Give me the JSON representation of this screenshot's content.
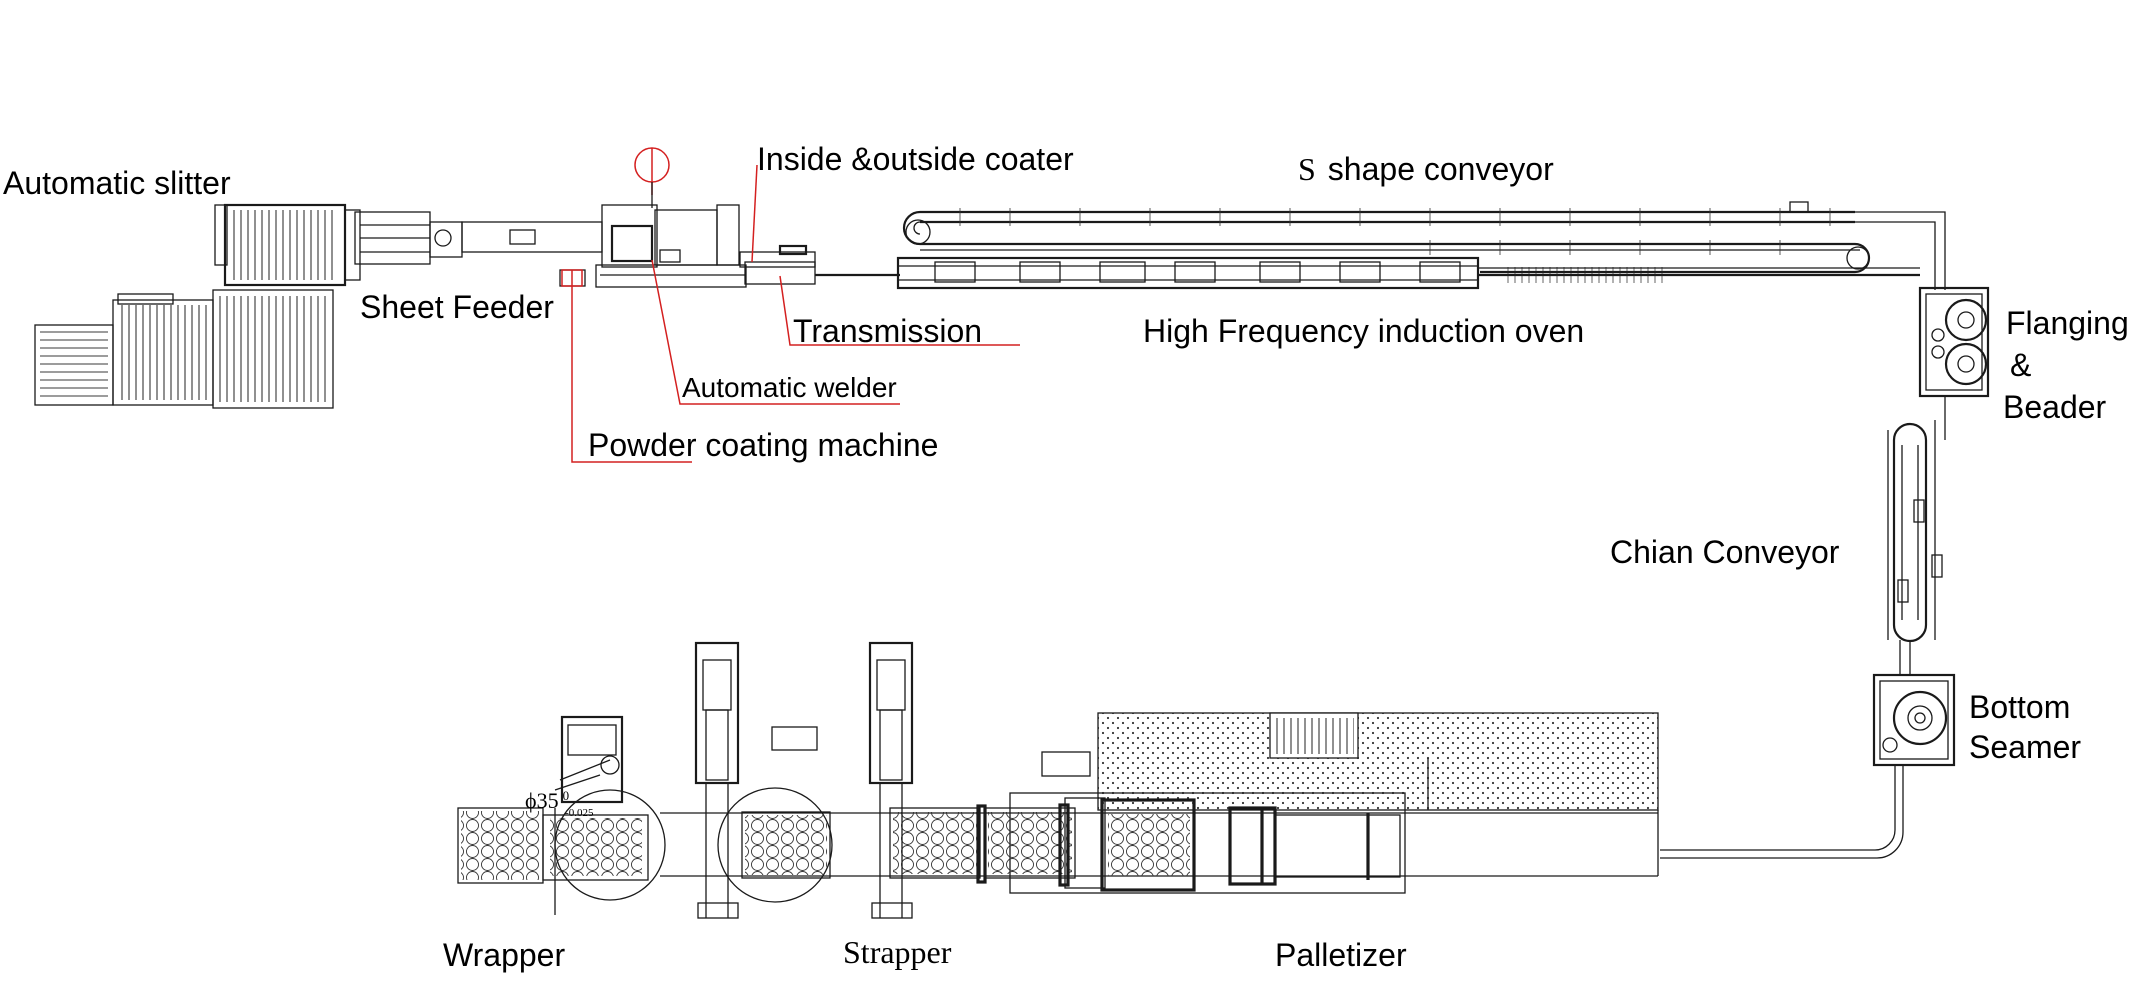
{
  "labels": {
    "automatic_slitter": "Automatic slitter",
    "sheet_feeder": "Sheet Feeder",
    "inside_outside_coater": "Inside &outside coater",
    "s_shape_conveyor_s": "S",
    "s_shape_conveyor_rest": "shape conveyor",
    "transmission": "Transmission",
    "automatic_welder": "Automatic welder",
    "powder_coating_machine": "Powder coating machine",
    "high_frequency_oven": "High Frequency induction oven",
    "flanging_line1": "Flanging",
    "flanging_line2": "&",
    "flanging_line3": "Beader",
    "chain_conveyor": "Chian Conveyor",
    "bottom_seamer_line1": "Bottom",
    "bottom_seamer_line2": "Seamer",
    "wrapper": "Wrapper",
    "strapper": "Strapper",
    "palletizer": "Palletizer",
    "dimension_main": "ϕ35",
    "dimension_sup": "0",
    "dimension_sub": "-0.025"
  },
  "colors": {
    "line": "#1a1a1a",
    "leader": "#d42020",
    "background": "#ffffff"
  }
}
